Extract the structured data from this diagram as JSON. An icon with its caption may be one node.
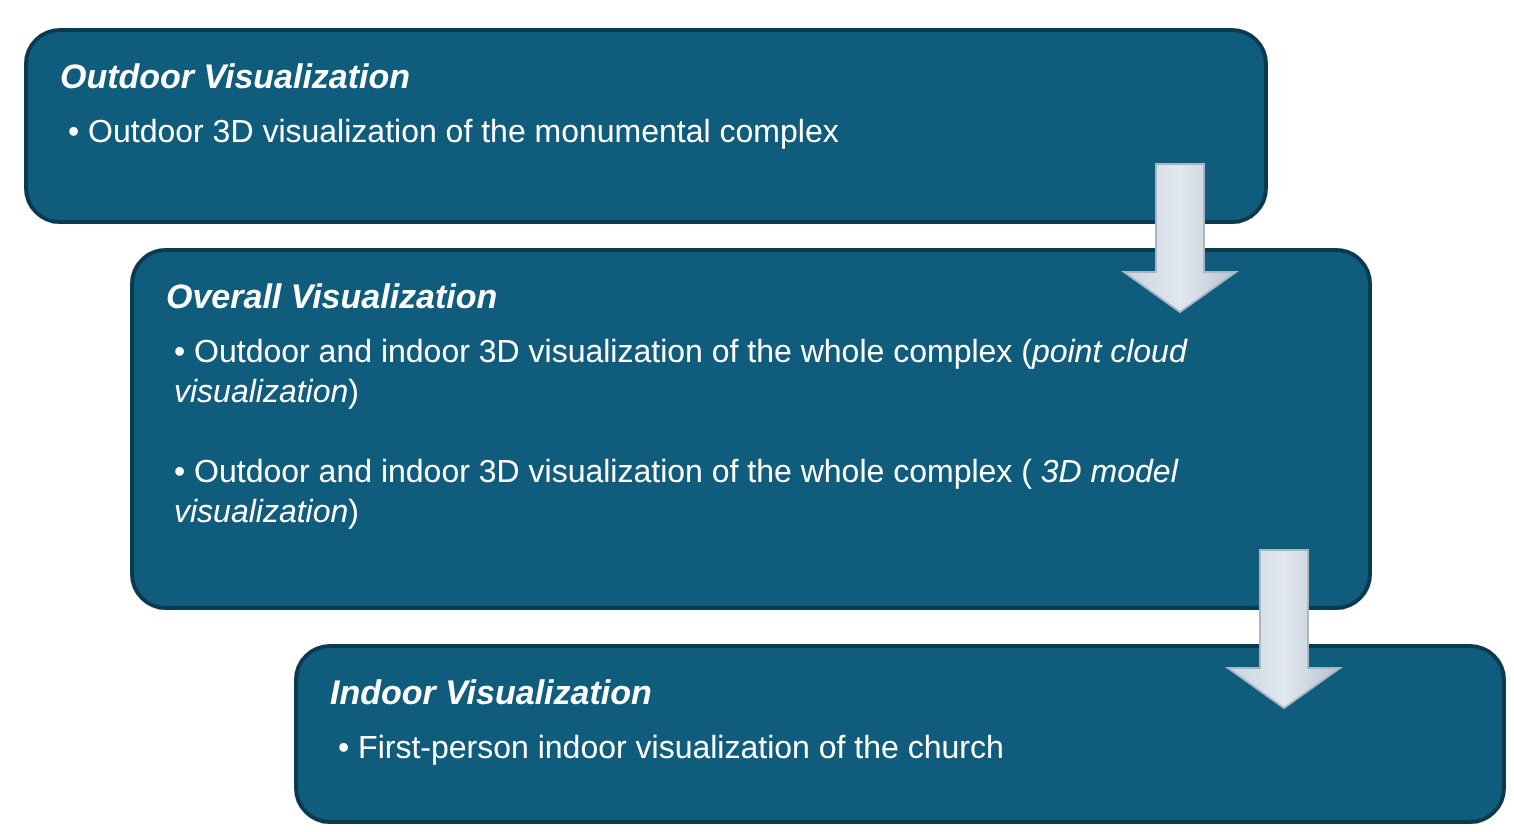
{
  "diagram": {
    "nodes": [
      {
        "text": [
          "Outdoor  Visualization",
          "• Outdoor 3D visualization of the monumental complex"
        ]
      },
      {
        "text": [
          "Overall Visualization",
          "• Outdoor and indoor 3D visualization of the whole complex (*point cloud visualization*)",
          "• Outdoor and indoor 3D visualization of the whole complex ( *3D model visualization*)"
        ]
      },
      {
        "text": [
          "Indoor  Visualization",
          "• First-person indoor visualization of the church"
        ]
      }
    ],
    "edges": [
      {
        "from": 0,
        "to": 1,
        "arrow": "to"
      },
      {
        "from": 1,
        "to": 2,
        "arrow": "to"
      }
    ]
  }
}
